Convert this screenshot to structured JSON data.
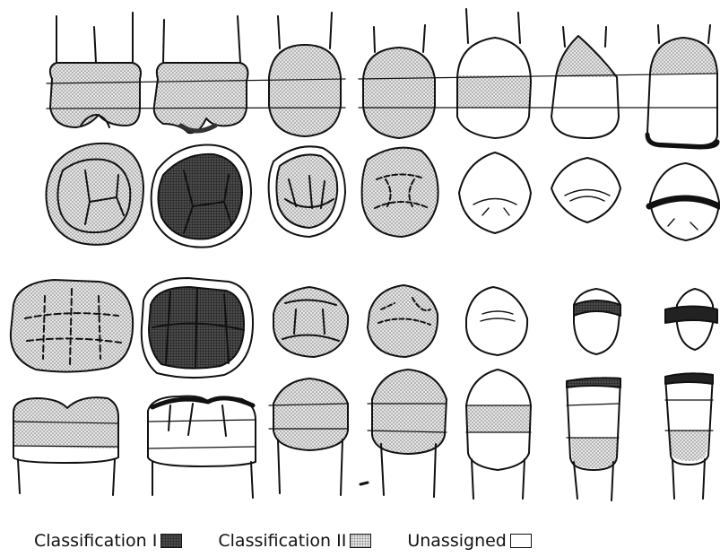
{
  "legend": {
    "items": [
      {
        "label": "Classification I",
        "swatch": "dark"
      },
      {
        "label": "Classification II",
        "swatch": "light"
      },
      {
        "label": "Unassigned",
        "swatch": "none"
      }
    ]
  },
  "colors": {
    "ink": "#111111",
    "classification_1": "#555555",
    "classification_2": "#d9d9d9",
    "unassigned": "#ffffff"
  },
  "figure": {
    "columns": 7,
    "rows": [
      "upper-side-view",
      "upper-occlusal-view",
      "lower-occlusal-view",
      "lower-side-view"
    ]
  }
}
